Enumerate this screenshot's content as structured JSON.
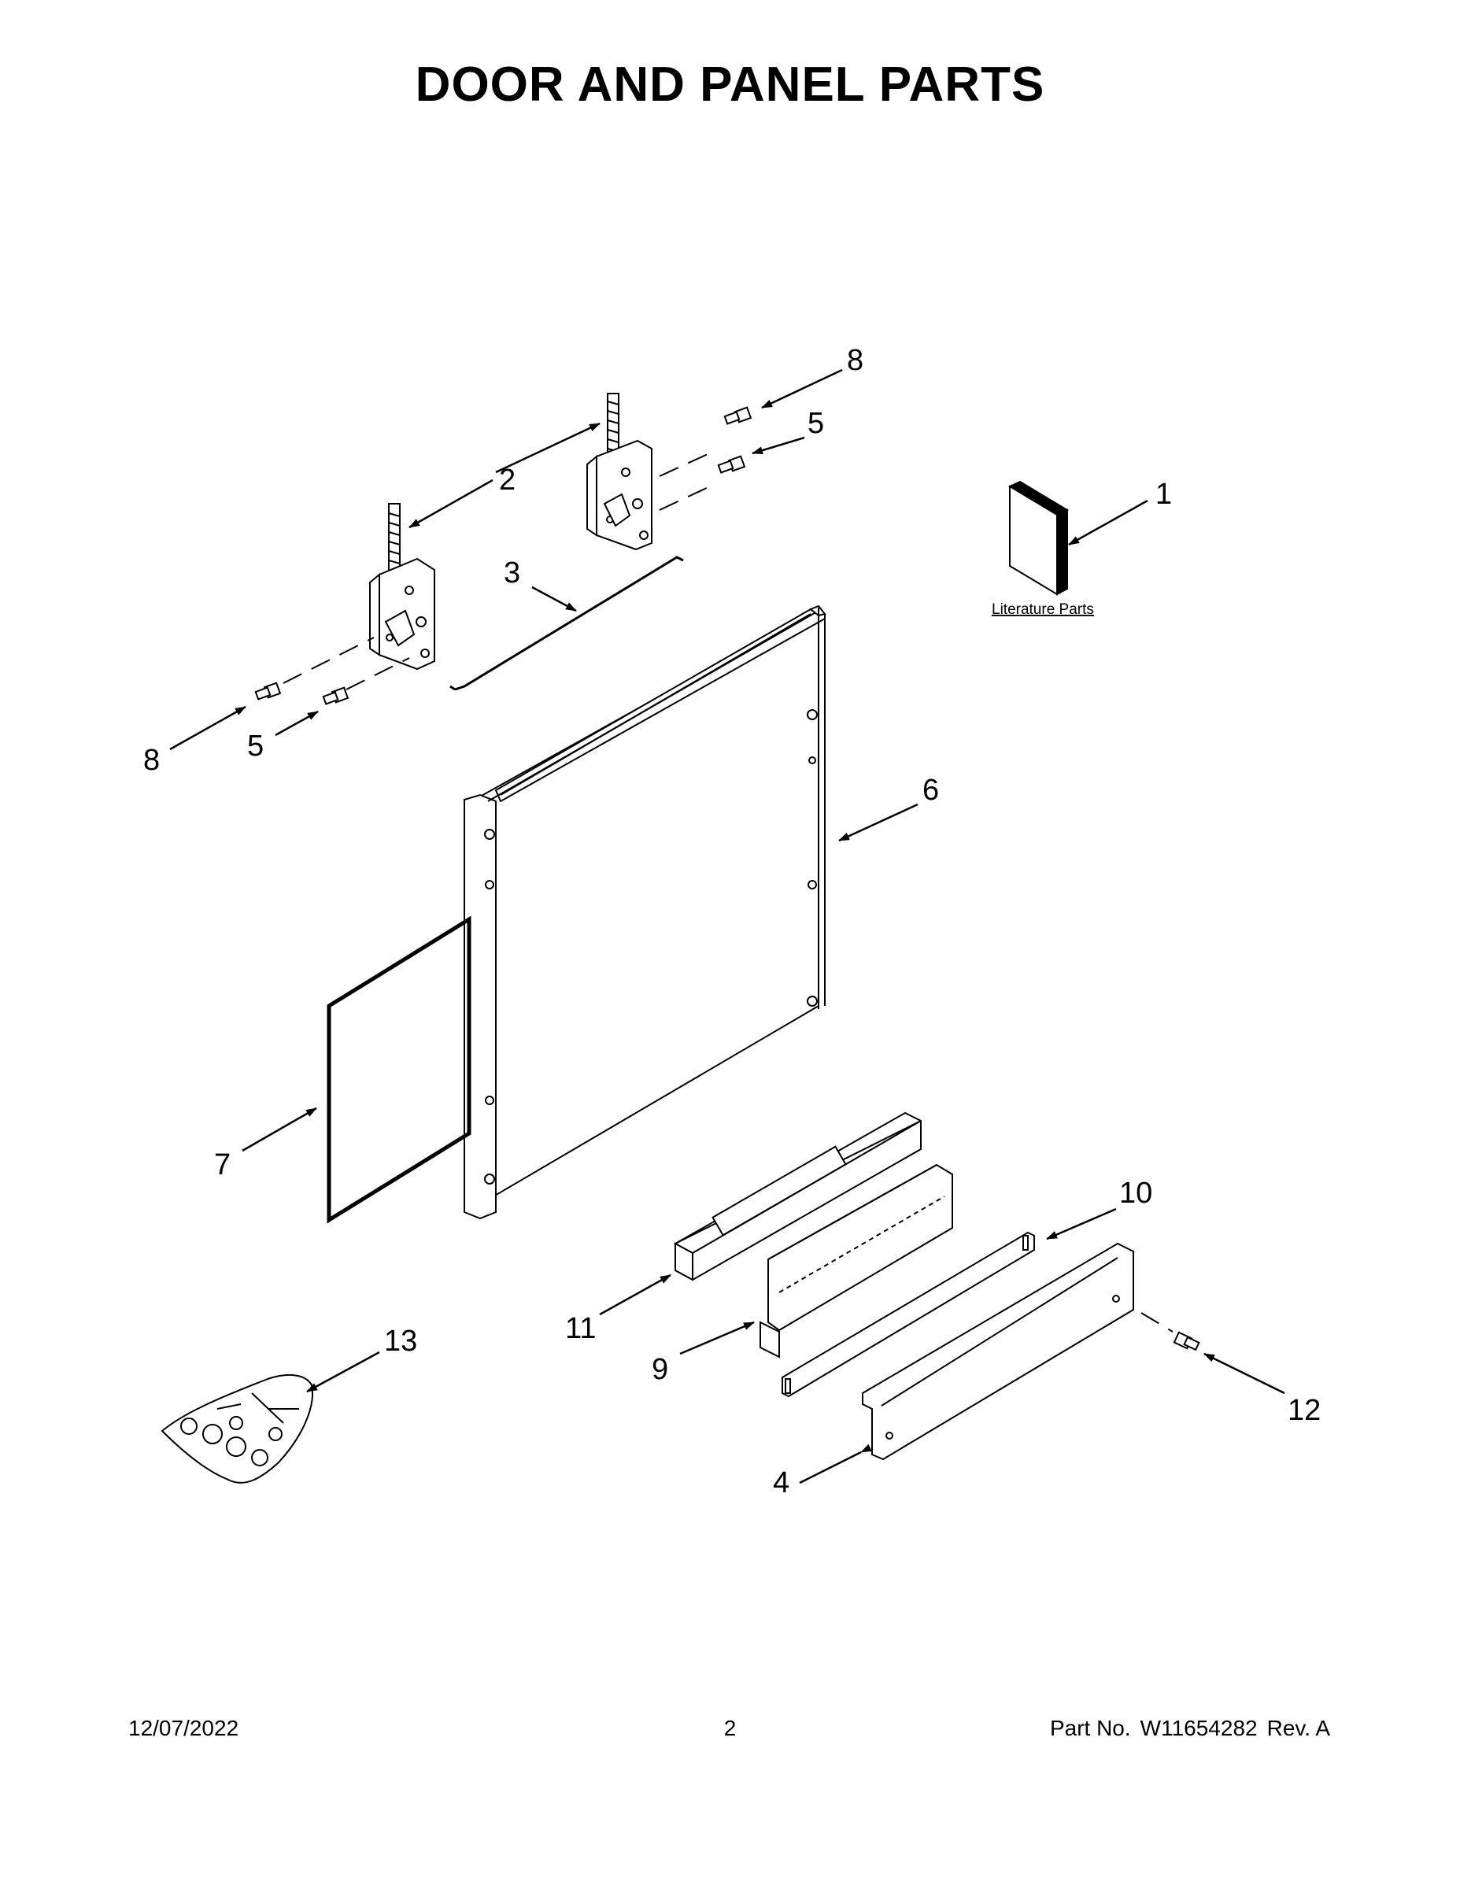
{
  "title": "DOOR AND PANEL PARTS",
  "callouts": [
    {
      "id": "c1",
      "text": "1"
    },
    {
      "id": "c2",
      "text": "2"
    },
    {
      "id": "c3",
      "text": "3"
    },
    {
      "id": "c4",
      "text": "4"
    },
    {
      "id": "c5a",
      "text": "5"
    },
    {
      "id": "c5b",
      "text": "5"
    },
    {
      "id": "c6",
      "text": "6"
    },
    {
      "id": "c7",
      "text": "7"
    },
    {
      "id": "c8a",
      "text": "8"
    },
    {
      "id": "c8b",
      "text": "8"
    },
    {
      "id": "c9",
      "text": "9"
    },
    {
      "id": "c10",
      "text": "10"
    },
    {
      "id": "c11",
      "text": "11"
    },
    {
      "id": "c12",
      "text": "12"
    },
    {
      "id": "c13",
      "text": "13"
    }
  ],
  "literature_label": "Literature Parts",
  "footer": {
    "date": "12/07/2022",
    "page": "2",
    "part_prefix": "Part No.",
    "part_number": "W11654282",
    "revision": "Rev. A"
  }
}
